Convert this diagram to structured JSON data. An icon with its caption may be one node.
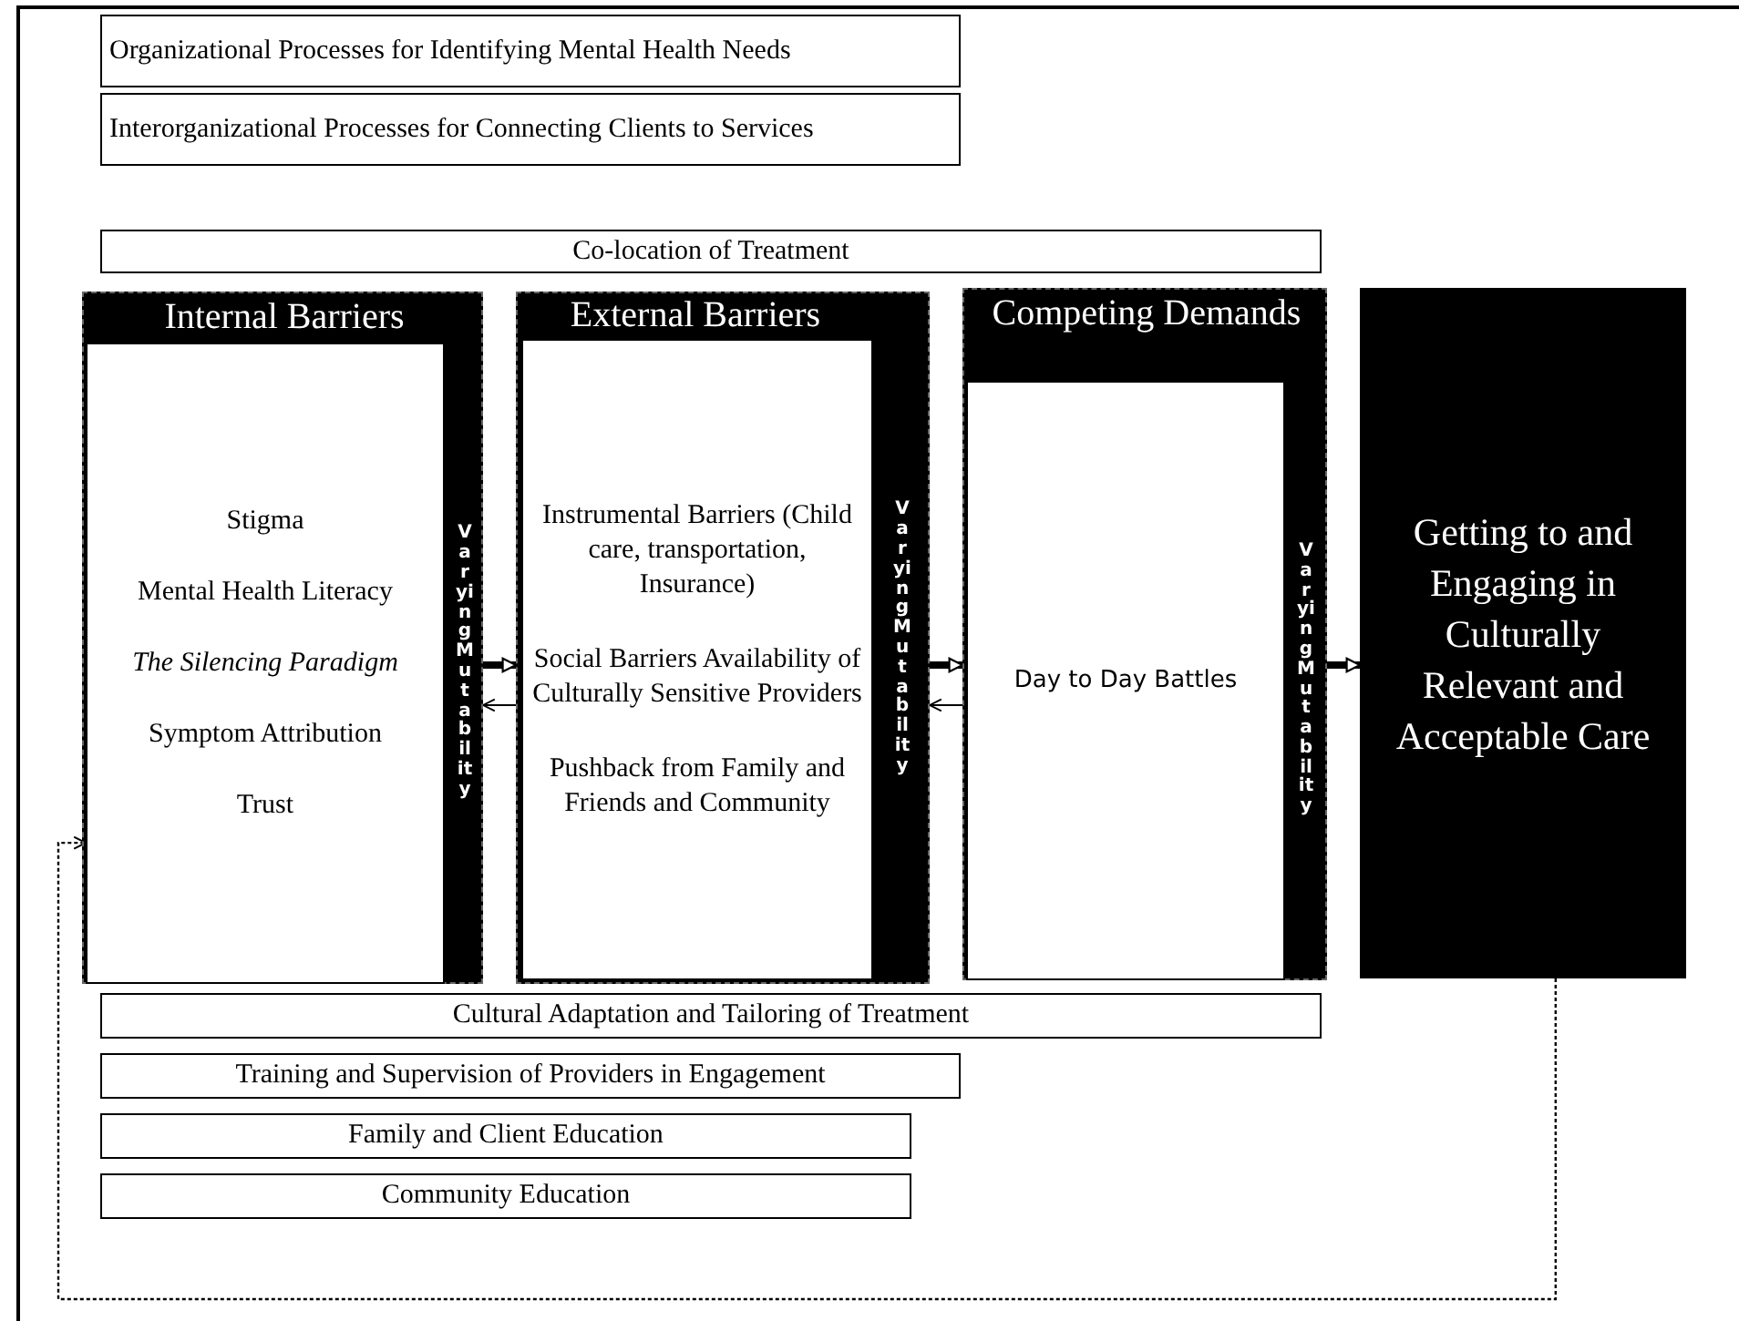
{
  "diagram": {
    "nodes": [
      {
        "text": [
          "Organizational Processes for Identifying  Mental Health Needs"
        ]
      },
      {
        "text": [
          "Interorganizational Processes for Connecting Clients to Services"
        ]
      },
      {
        "text": [
          "Co-location of Treatment"
        ]
      },
      {
        "text": [
          "Internal Barriers"
        ]
      },
      {
        "text": [
          "Stigma",
          "Mental Health Literacy",
          "The Silencing Paradigm",
          "Symptom Attribution",
          "Trust"
        ],
        "in": 3
      },
      {
        "text": [
          "Varying Mutability"
        ],
        "in": 3
      },
      {
        "text": [
          "External Barriers"
        ]
      },
      {
        "text": [
          "Instrumental Barriers (Child care, transportation, Insurance)",
          "Social Barriers Availability of Culturally Sensitive Providers",
          "Pushback from Family and Friends and Community"
        ],
        "in": 6
      },
      {
        "text": [
          "Varying Mutability"
        ],
        "in": 6
      },
      {
        "text": [
          "Competing Demands"
        ]
      },
      {
        "text": [
          "Day to Day Battles"
        ],
        "in": 9
      },
      {
        "text": [
          "Varying Mutability"
        ],
        "in": 9
      },
      {
        "text": [
          "Getting to and Engaging in Culturally Relevant and Acceptable Care"
        ]
      },
      {
        "text": [
          "Cultural Adaptation and Tailoring of Treatment"
        ]
      },
      {
        "text": [
          "Training and Supervision of Providers in Engagement"
        ]
      },
      {
        "text": [
          "Family and Client Education"
        ]
      },
      {
        "text": [
          "Community Education"
        ]
      }
    ],
    "edges": [
      {
        "from": 3,
        "to": 6,
        "arrow": "to",
        "style": "thick"
      },
      {
        "from": 6,
        "to": 3,
        "arrow": "to"
      },
      {
        "from": 6,
        "to": 9,
        "arrow": "to",
        "style": "thick"
      },
      {
        "from": 9,
        "to": 6,
        "arrow": "to"
      },
      {
        "from": 9,
        "to": 12,
        "arrow": "to",
        "style": "thick"
      },
      {
        "from": 12,
        "to": 4,
        "arrow": "to",
        "style": "dashed"
      }
    ]
  }
}
